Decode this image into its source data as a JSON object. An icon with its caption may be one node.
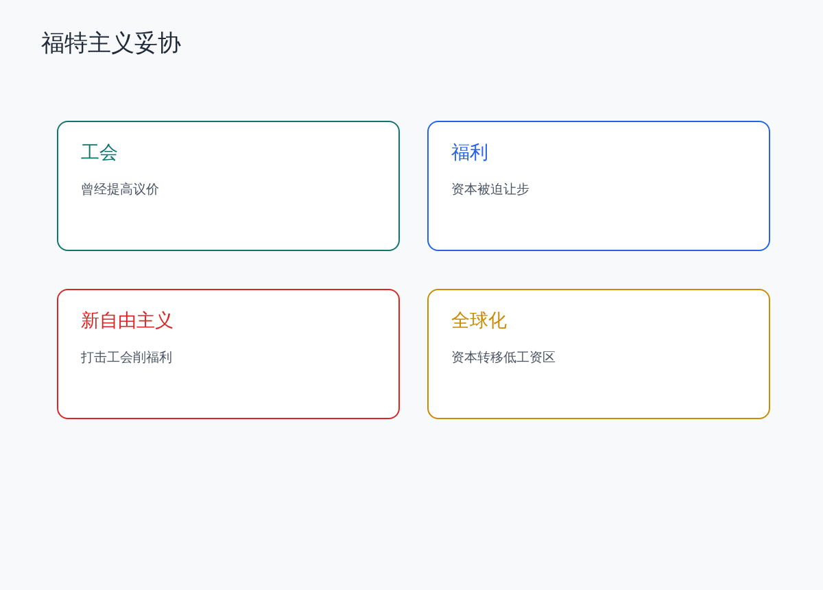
{
  "diagram": {
    "title": "福特主义妥协",
    "nodes": [
      {
        "text": [
          "工会",
          "曾经提高议价"
        ]
      },
      {
        "text": [
          "福利",
          "资本被迫让步"
        ]
      },
      {
        "text": [
          "新自由主义",
          "打击工会削福利"
        ]
      },
      {
        "text": [
          "全球化",
          "资本转移低工资区"
        ]
      }
    ]
  }
}
